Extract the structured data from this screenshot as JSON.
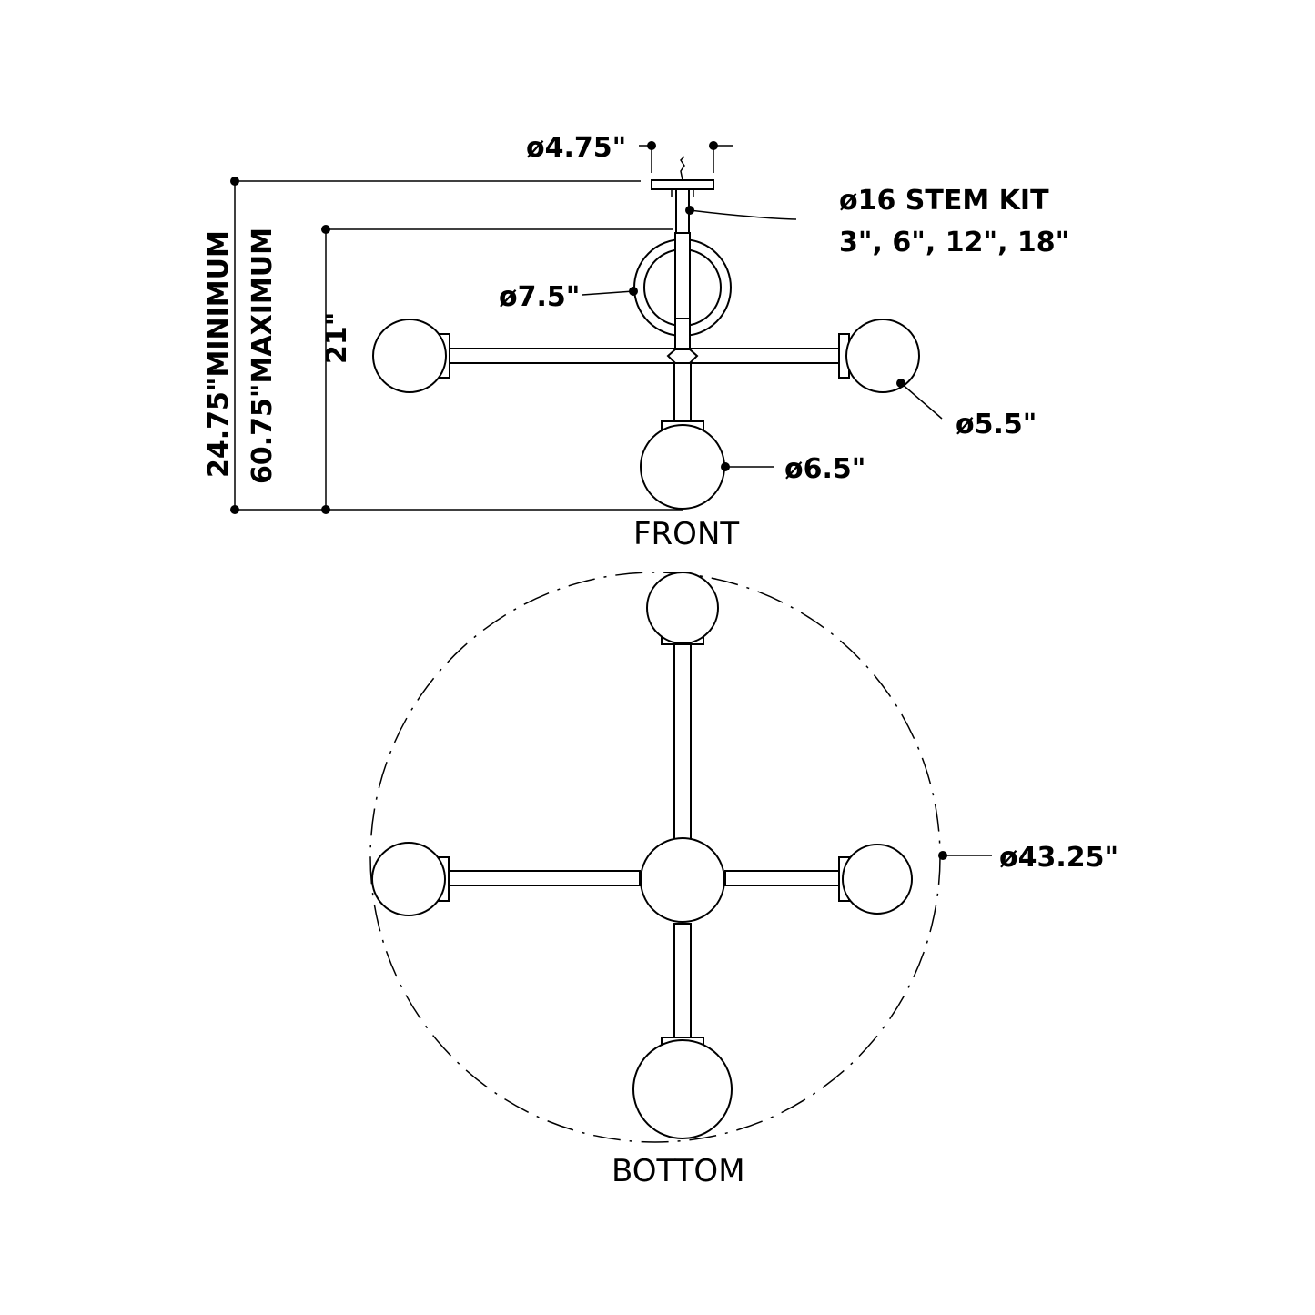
{
  "dimensions": {
    "canopy_diameter": "ø4.75\"",
    "stem_kit_line1": "ø16 STEM KIT",
    "stem_kit_line2": "3\", 6\", 12\", 18\"",
    "ring_diameter": "ø7.5\"",
    "small_globe_diameter": "ø5.5\"",
    "large_globe_diameter": "ø6.5\"",
    "fixture_height": "21\"",
    "overall_min": "24.75\"MINIMUM",
    "overall_max": "60.75\"MAXIMUM",
    "spread_diameter": "ø43.25\""
  },
  "views": {
    "front": "FRONT",
    "bottom": "BOTTOM"
  }
}
